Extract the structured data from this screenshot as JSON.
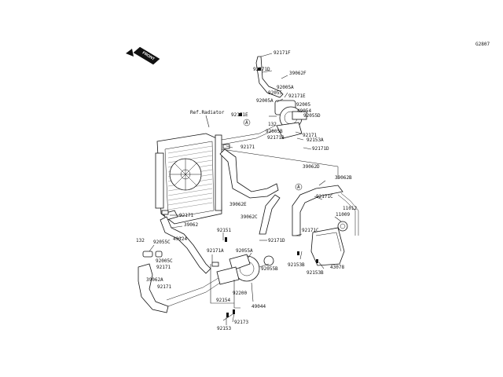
{
  "drawing_id": "G2807",
  "front_marker": "FRONT",
  "ref_label": "Ref.Radiator",
  "callouts": {
    "circle_a1": "A",
    "circle_a2": "A",
    "p92171F": "92171F",
    "p92171D_top": "92171D",
    "p39062F": "39062F",
    "p92005A_top": "92005A",
    "p92055": "92055",
    "p92171E_r": "92171E",
    "p92005A_mid": "92005A",
    "p92005": "92005",
    "p49054": "49054",
    "p92171E_l": "92171E",
    "p92055D": "92055D",
    "p132_top": "132",
    "p92005B": "92005B",
    "p92171_tr": "92171",
    "p92171B": "92171B",
    "p92153A": "92153A",
    "p92171D_mid": "92171D",
    "p92171_l": "92171",
    "p39062D": "39062D",
    "p39062B": "39062B",
    "p39062E": "39062E",
    "p92171C_r": "92171C",
    "p11012": "11012",
    "p11009": "11009",
    "p39062C": "39062C",
    "p92171_mid": "92171",
    "p39062_mid": "39062",
    "p49124": "49124",
    "p92151": "92151",
    "p92171D_low": "92171D",
    "p92171C_low": "92171C",
    "p132_left": "132",
    "p92055C": "92055C",
    "p92005C": "92005C",
    "p92171_l2": "92171",
    "p92171A": "92171A",
    "p92055A": "92055A",
    "p92055B": "92055B",
    "p92153B_a": "92153B",
    "p92153B_b": "92153B",
    "p43078": "43078",
    "p39062A": "39062A",
    "p92171_low": "92171",
    "p92200": "92200",
    "p92154": "92154",
    "p49044": "49044",
    "p92173": "92173",
    "p92153": "92153"
  }
}
